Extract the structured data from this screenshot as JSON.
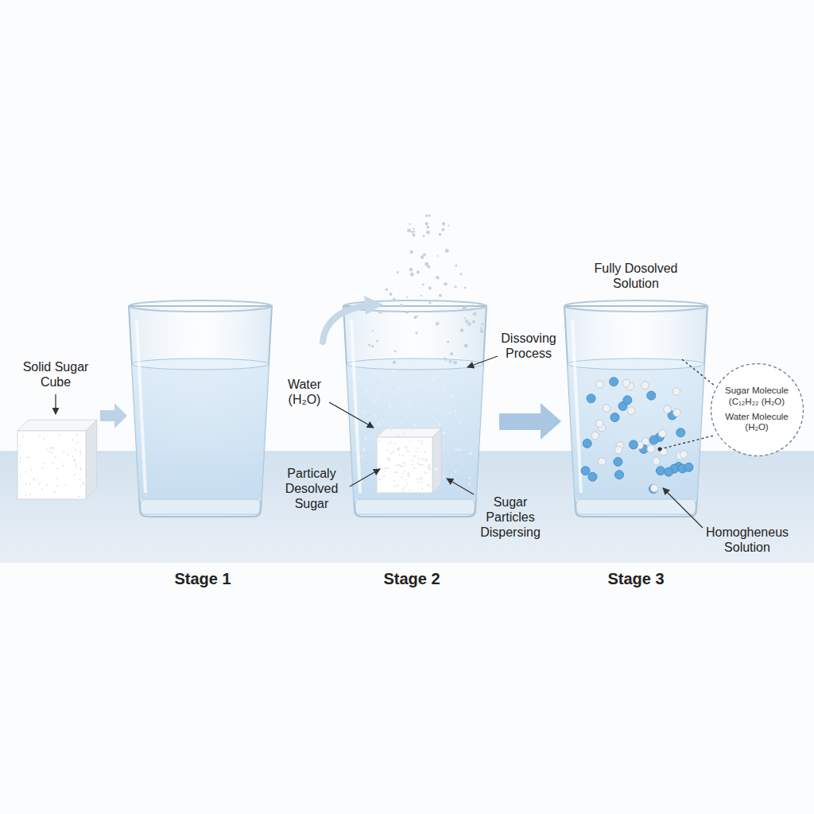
{
  "diagram": {
    "nodes": [
      {
        "text": [
          "Sugar Molecule (C₁₂H₂₂ (H₂O)",
          "Water Molecule (H₂O)"
        ]
      }
    ],
    "labels": [
      "Solid Sugar Cube",
      "Water (H₂O)",
      "Particaly Desolved Sugar",
      "Dissoving Process",
      "Sugar Particles Dispersing",
      "Fully Dosolved Solution",
      "Homogheneus Solution",
      "Stage 1",
      "Stage 2",
      "Stage 3"
    ]
  }
}
